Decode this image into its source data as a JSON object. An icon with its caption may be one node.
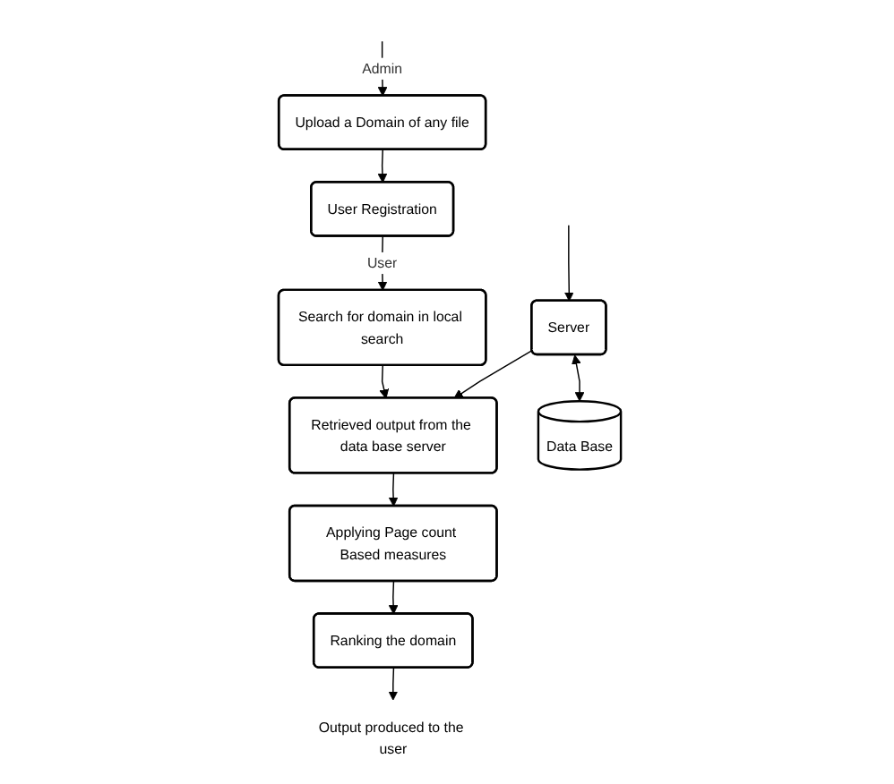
{
  "diagram": {
    "nodes": [
      {
        "text": [
          "Upload a Domain of any file"
        ]
      },
      {
        "text": [
          "User Registration"
        ]
      },
      {
        "text": [
          "Search for domain in local search"
        ]
      },
      {
        "text": [
          "Retrieved output from the data base server"
        ]
      },
      {
        "text": [
          "Applying Page count Based measures"
        ]
      },
      {
        "text": [
          "Ranking the domain"
        ]
      },
      {
        "text": [
          "Output produced to the user"
        ]
      },
      {
        "text": [
          "Server"
        ]
      },
      {
        "text": [
          "Data Base"
        ]
      }
    ],
    "edges": [
      {
        "from": null,
        "to": 0,
        "arrow": "to",
        "label": "Admin"
      },
      {
        "from": 0,
        "to": 1,
        "arrow": "to"
      },
      {
        "from": 1,
        "to": 2,
        "arrow": "to",
        "label": "User"
      },
      {
        "from": 2,
        "to": 3,
        "arrow": "to"
      },
      {
        "from": null,
        "to": 7,
        "arrow": "to"
      },
      {
        "from": 7,
        "to": 8,
        "arrow": "both"
      },
      {
        "from": 7,
        "to": 3,
        "arrow": "to"
      },
      {
        "from": 3,
        "to": 4,
        "arrow": "to"
      },
      {
        "from": 4,
        "to": 5,
        "arrow": "to"
      },
      {
        "from": 5,
        "to": 6,
        "arrow": "to"
      }
    ]
  }
}
